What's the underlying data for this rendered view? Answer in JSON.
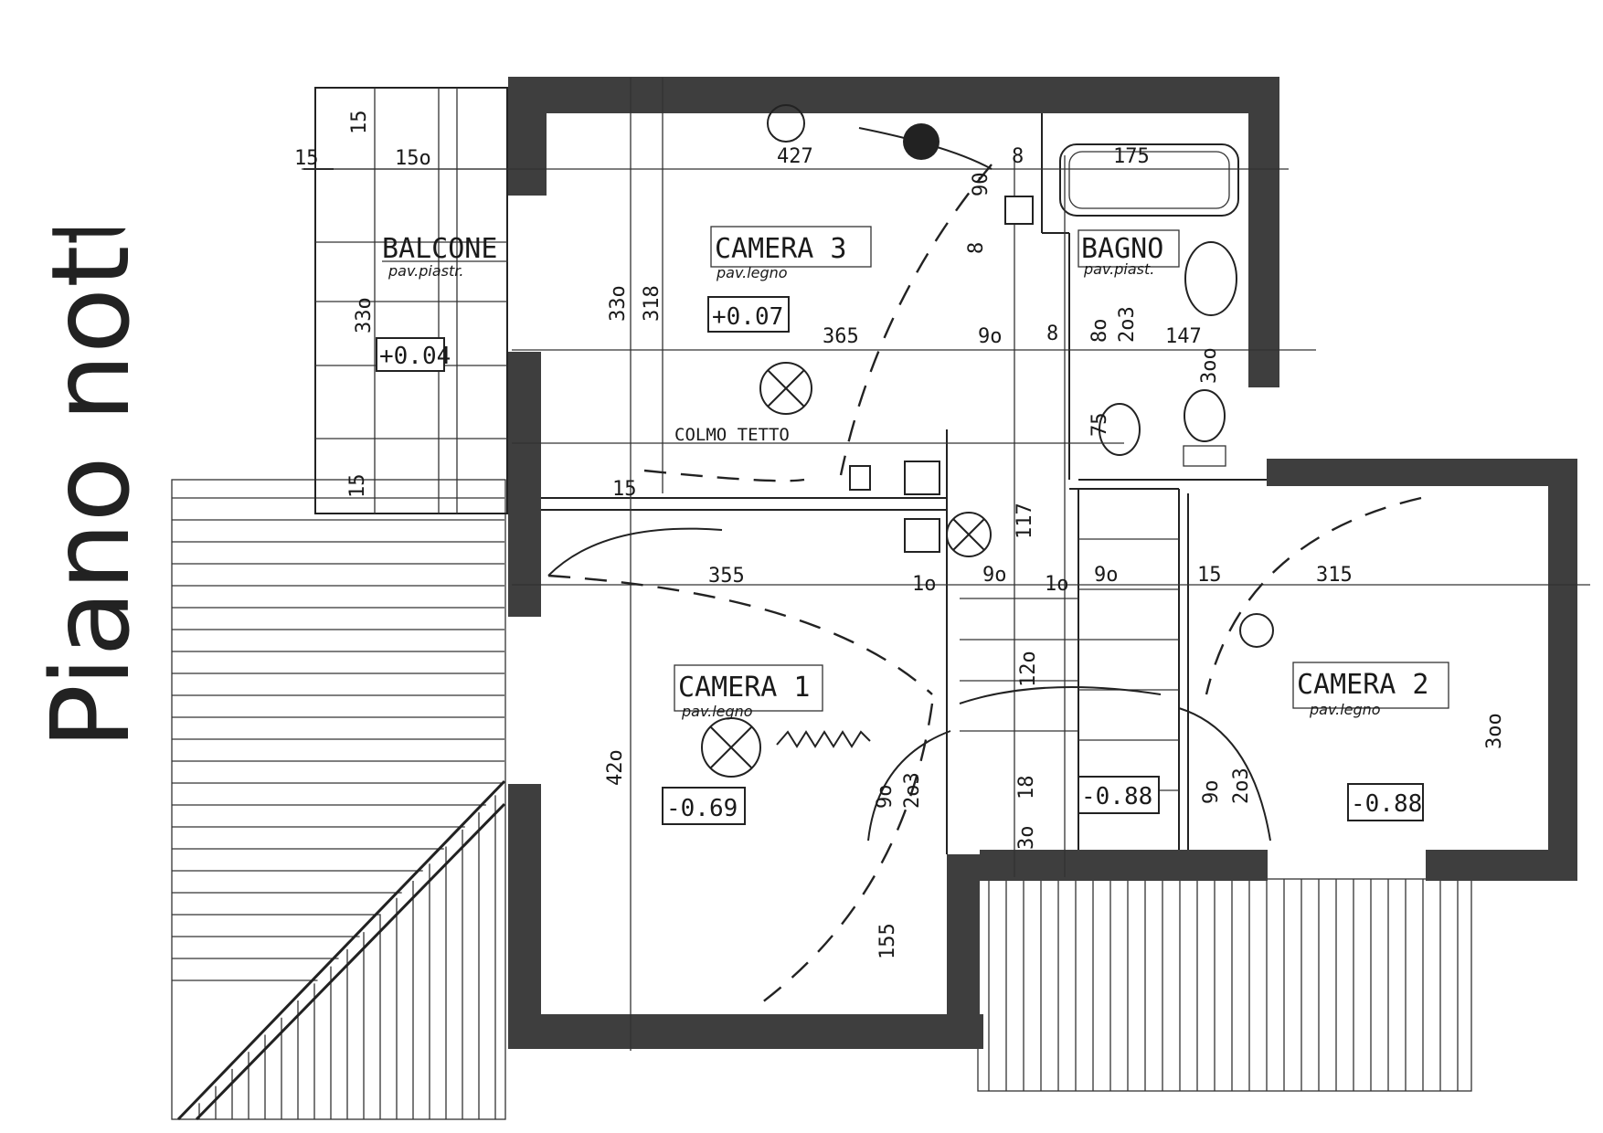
{
  "title": "Piano notte",
  "rooms": [
    {
      "name": "BALCONE",
      "floor": "pav.piastr.",
      "level": "+0.04"
    },
    {
      "name": "CAMERA 3",
      "floor": "pav.legno",
      "level": "+0.07"
    },
    {
      "name": "BAGNO",
      "floor": "pav.piast.",
      "level": ""
    },
    {
      "name": "CAMERA 1",
      "floor": "pav.legno",
      "level": "-0.69"
    },
    {
      "name": "CAMERA 2",
      "floor": "pav.legno",
      "level": "-0.88"
    }
  ],
  "landing_level": "-0.88",
  "notes": [
    "COLMO TETTO"
  ],
  "dimensions": [
    "15",
    "15",
    "15o",
    "15",
    "427",
    "8",
    "175",
    "90",
    "8",
    "33o",
    "318",
    "33o",
    "365",
    "9o",
    "8",
    "8o",
    "2o3",
    "147",
    "3oo",
    "75",
    "15",
    "117",
    "355",
    "1o",
    "9o",
    "1o",
    "9o",
    "15",
    "315",
    "12o",
    "42o",
    "3oo",
    "9o",
    "2o3",
    "18",
    "9o",
    "2o3",
    "3o",
    "155"
  ],
  "colors": {
    "ink": "#222222",
    "wall": "#3e3e3e",
    "paper": "#ffffff"
  }
}
